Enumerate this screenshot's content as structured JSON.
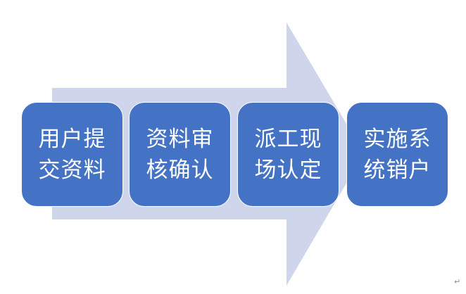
{
  "diagram": {
    "type": "process-flow",
    "colors": {
      "arrow_fill": "#CFD5EA",
      "step_fill": "#4472C4",
      "step_text": "#FFFFFF"
    },
    "steps": [
      {
        "line1": "用户提",
        "line2": "交资料",
        "full": "用户提交资料"
      },
      {
        "line1": "资料审",
        "line2": "核确认",
        "full": "资料审核确认"
      },
      {
        "line1": "派工现",
        "line2": "场认定",
        "full": "派工现场认定"
      },
      {
        "line1": "实施系",
        "line2": "统销户",
        "full": "实施系统销户"
      }
    ]
  },
  "paragraph_mark": "↵"
}
